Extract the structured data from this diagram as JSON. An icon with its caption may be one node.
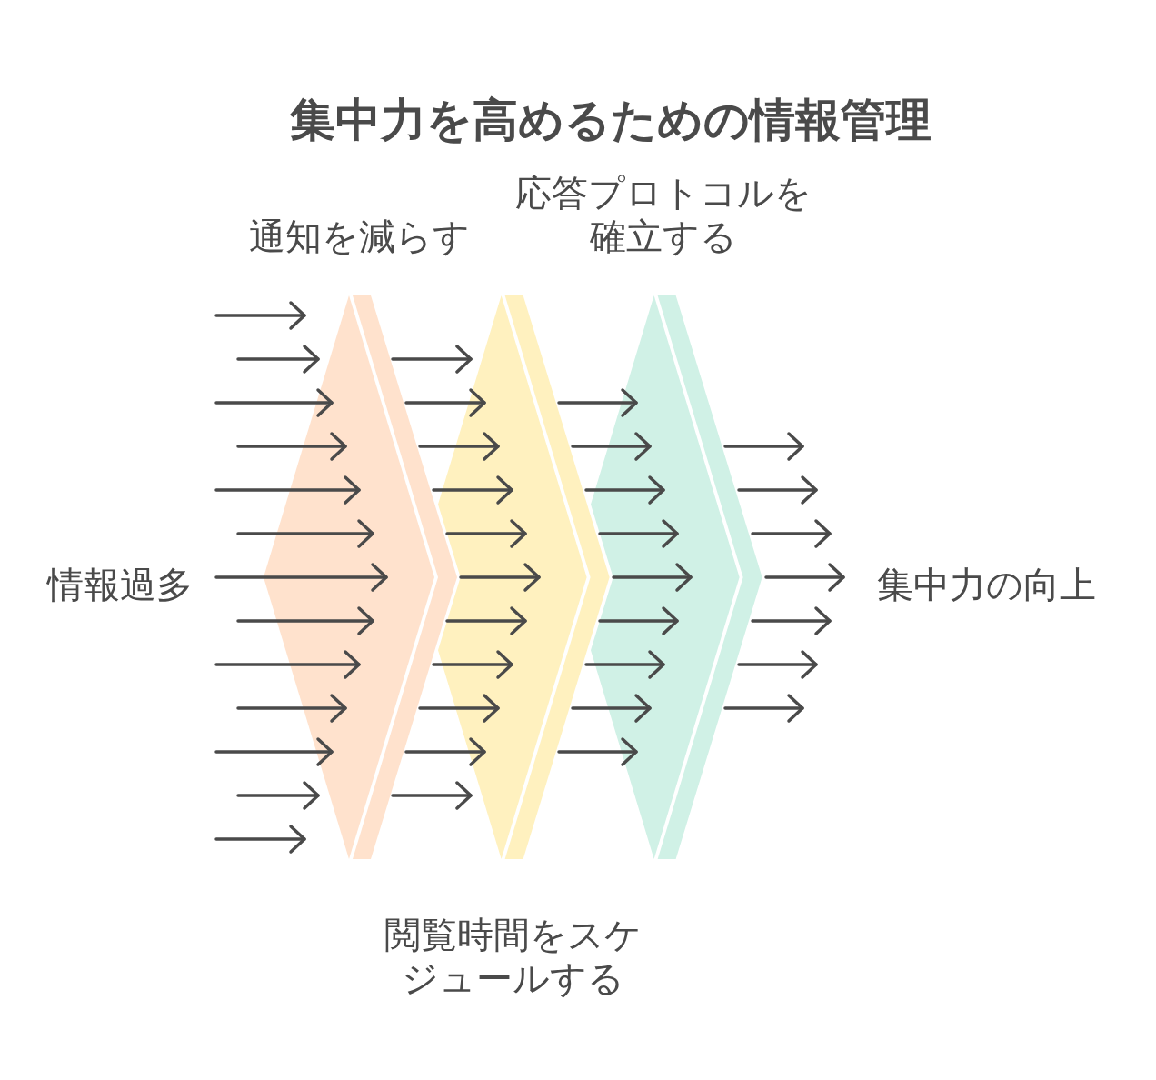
{
  "diagram": {
    "title": "集中力を高めるための情報管理",
    "nodes": [
      {
        "text": [
          "情報過多"
        ]
      },
      {
        "text": [
          "通知を減らす"
        ]
      },
      {
        "text": [
          "閲覧時間をスケジュールする"
        ]
      },
      {
        "text": [
          "応答プロトコルを確立する"
        ]
      },
      {
        "text": [
          "集中力の向上"
        ]
      }
    ],
    "edges": [
      {
        "from": null,
        "to": 1,
        "arrow": "to"
      },
      {
        "from": null,
        "to": 1,
        "arrow": "to"
      },
      {
        "from": null,
        "to": 1,
        "arrow": "to"
      },
      {
        "from": null,
        "to": 1,
        "arrow": "to"
      },
      {
        "from": null,
        "to": 1,
        "arrow": "to"
      },
      {
        "from": null,
        "to": 1,
        "arrow": "to"
      },
      {
        "from": 0,
        "to": 1,
        "arrow": "to"
      },
      {
        "from": null,
        "to": 1,
        "arrow": "to"
      },
      {
        "from": null,
        "to": 1,
        "arrow": "to"
      },
      {
        "from": null,
        "to": 1,
        "arrow": "to"
      },
      {
        "from": null,
        "to": 1,
        "arrow": "to"
      },
      {
        "from": null,
        "to": 1,
        "arrow": "to"
      },
      {
        "from": null,
        "to": 1,
        "arrow": "to"
      },
      {
        "from": 1,
        "to": 2,
        "arrow": "to"
      },
      {
        "from": 1,
        "to": 2,
        "arrow": "to"
      },
      {
        "from": 1,
        "to": 2,
        "arrow": "to"
      },
      {
        "from": 1,
        "to": 2,
        "arrow": "to"
      },
      {
        "from": 1,
        "to": 2,
        "arrow": "to"
      },
      {
        "from": 1,
        "to": 2,
        "arrow": "to"
      },
      {
        "from": 1,
        "to": 2,
        "arrow": "to"
      },
      {
        "from": 1,
        "to": 2,
        "arrow": "to"
      },
      {
        "from": 1,
        "to": 2,
        "arrow": "to"
      },
      {
        "from": 1,
        "to": 2,
        "arrow": "to"
      },
      {
        "from": 1,
        "to": 2,
        "arrow": "to"
      },
      {
        "from": 2,
        "to": 3,
        "arrow": "to"
      },
      {
        "from": 2,
        "to": 3,
        "arrow": "to"
      },
      {
        "from": 2,
        "to": 3,
        "arrow": "to"
      },
      {
        "from": 2,
        "to": 3,
        "arrow": "to"
      },
      {
        "from": 2,
        "to": 3,
        "arrow": "to"
      },
      {
        "from": 2,
        "to": 3,
        "arrow": "to"
      },
      {
        "from": 2,
        "to": 3,
        "arrow": "to"
      },
      {
        "from": 2,
        "to": 3,
        "arrow": "to"
      },
      {
        "from": 2,
        "to": 3,
        "arrow": "to"
      },
      {
        "from": 3,
        "to": null,
        "arrow": "to"
      },
      {
        "from": 3,
        "to": null,
        "arrow": "to"
      },
      {
        "from": 3,
        "to": null,
        "arrow": "to"
      },
      {
        "from": 3,
        "to": 4,
        "arrow": "to"
      },
      {
        "from": 3,
        "to": null,
        "arrow": "to"
      },
      {
        "from": 3,
        "to": null,
        "arrow": "to"
      },
      {
        "from": 3,
        "to": null,
        "arrow": "to"
      }
    ]
  }
}
